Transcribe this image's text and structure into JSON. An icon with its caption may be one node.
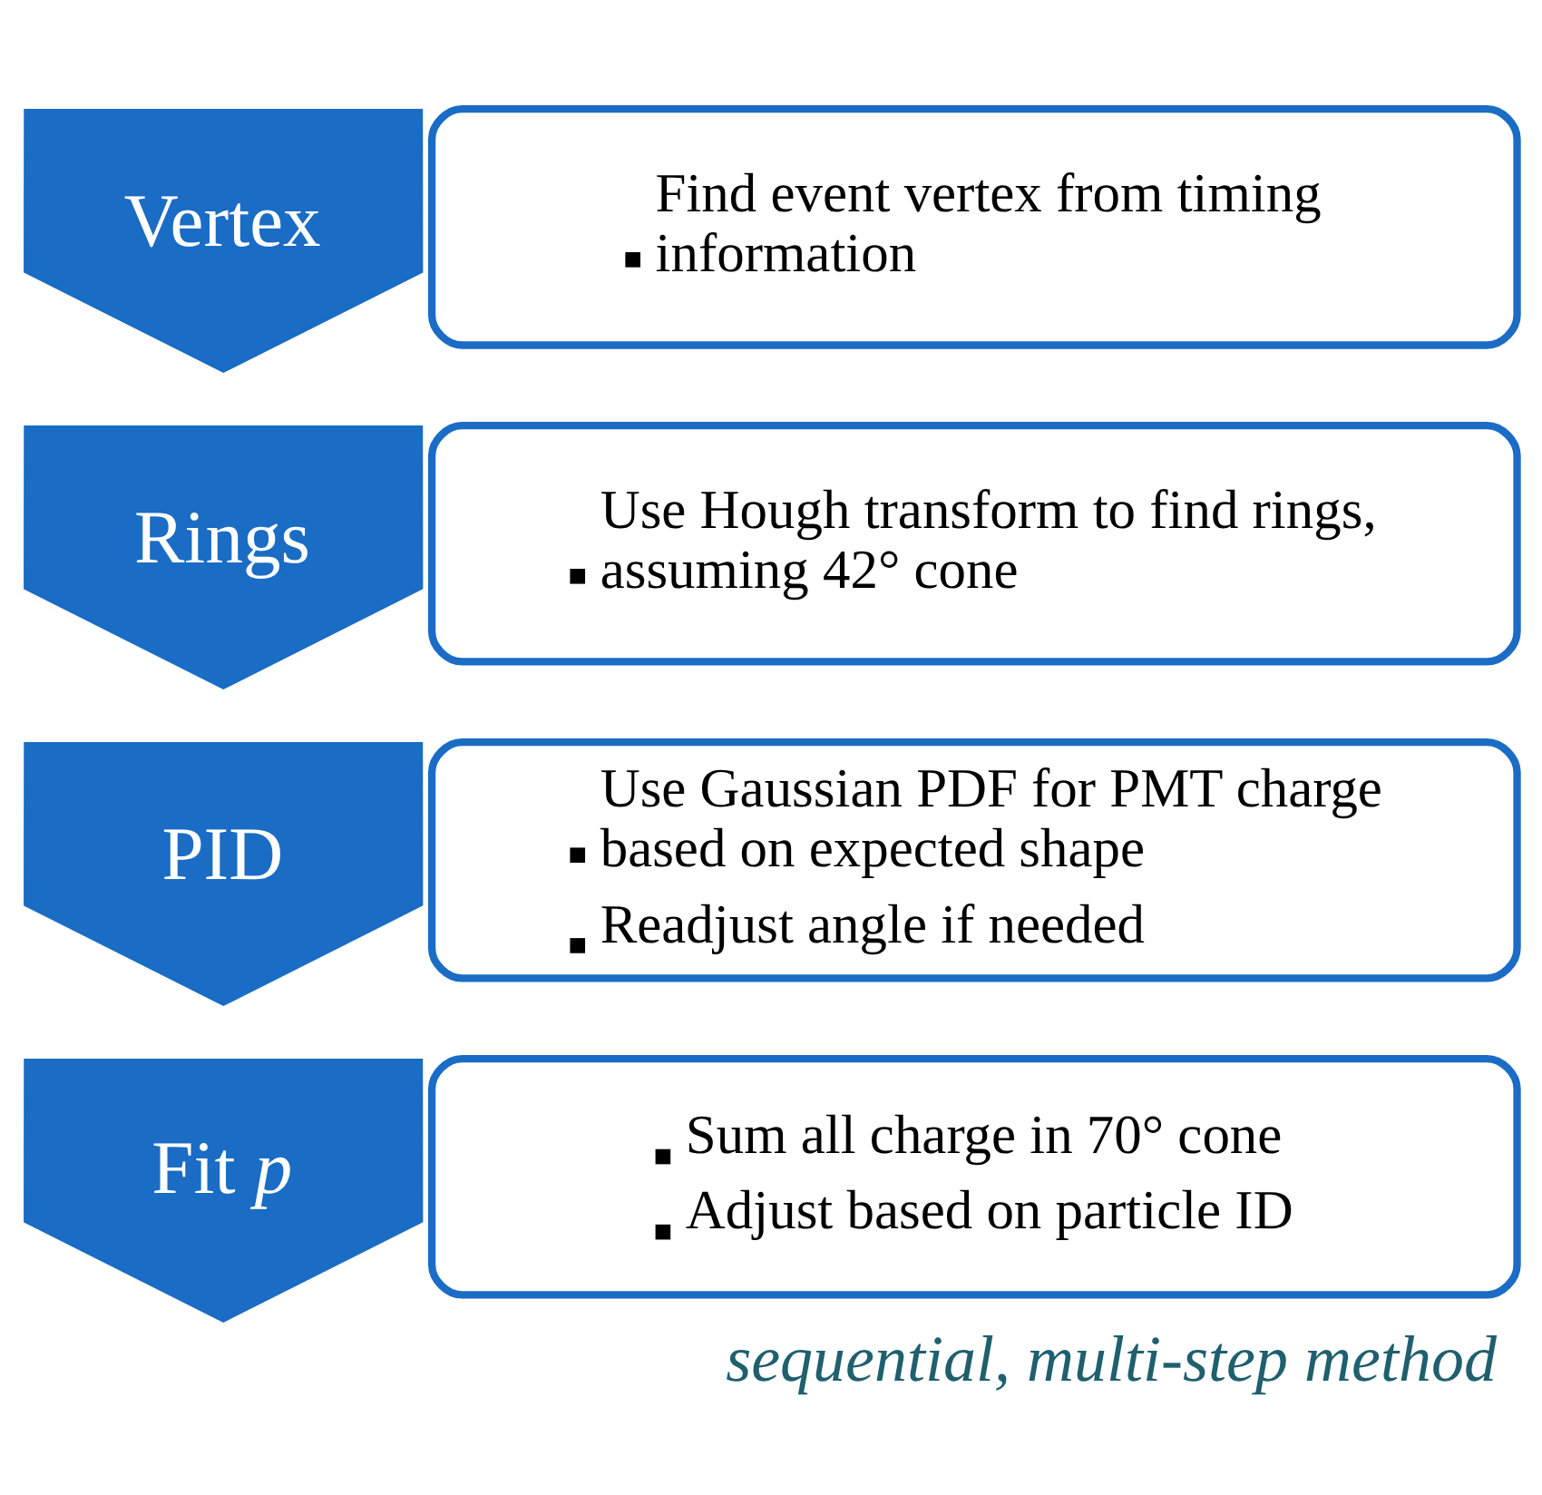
{
  "diagram": {
    "caption": "sequential, multi-step method",
    "nodes": [
      {
        "text": [
          "Vertex"
        ]
      },
      {
        "text": [
          "Find event vertex from timing information"
        ]
      },
      {
        "text": [
          "Rings"
        ]
      },
      {
        "text": [
          "Use Hough transform to find rings, assuming 42° cone"
        ]
      },
      {
        "text": [
          "PID"
        ]
      },
      {
        "text": [
          "Use Gaussian PDF for PMT charge based on expected shape",
          "Readjust angle if needed"
        ]
      },
      {
        "text": [
          "Fit *p*"
        ]
      },
      {
        "text": [
          "Sum all charge in 70° cone",
          "Adjust based on particle ID"
        ]
      }
    ]
  }
}
